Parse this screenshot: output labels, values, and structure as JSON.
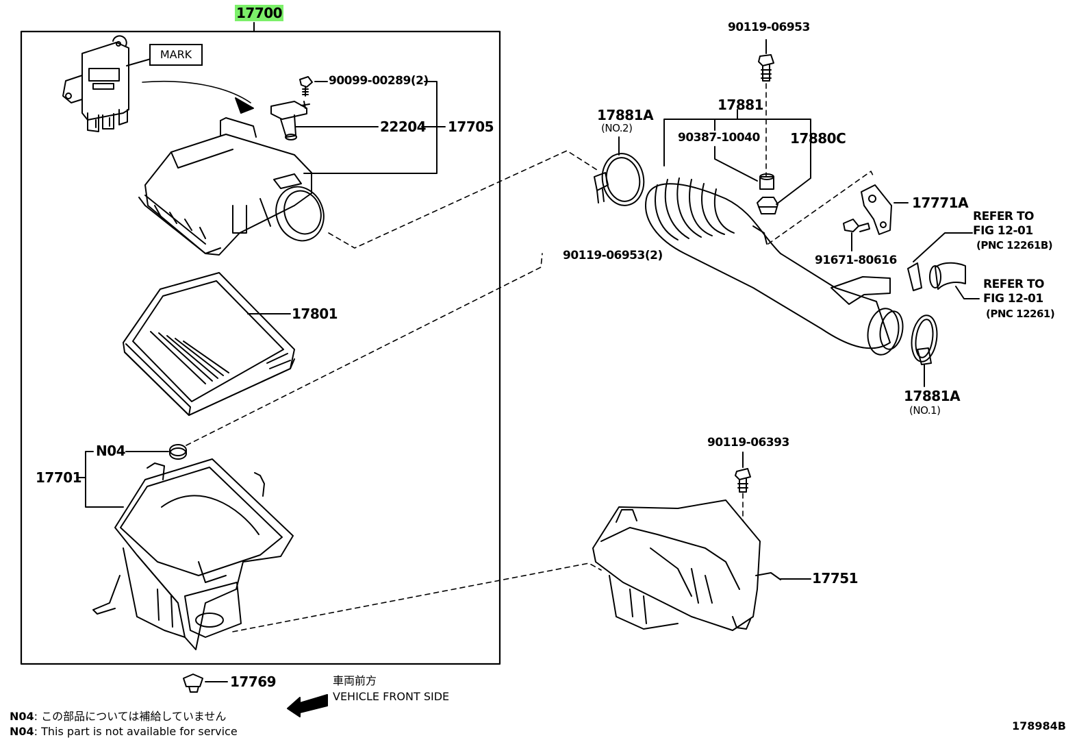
{
  "title_part": "17700",
  "labels": {
    "mark": "MARK",
    "p90099": "90099-00289(2)",
    "p22204": "22204",
    "p17705": "17705",
    "p17801": "17801",
    "n04": "N04",
    "p17701": "17701",
    "p17769": "17769",
    "p90119a": "90119-06953",
    "p17881": "17881",
    "p90387": "90387-10040",
    "p17880c": "17880C",
    "p17881a_top": "17881A",
    "no2": "(NO.2)",
    "p90119b": "90119-06953(2)",
    "p17771a": "17771A",
    "p91671": "91671-80616",
    "refer1_line1": "REFER TO",
    "refer1_line2": "FIG 12-01",
    "refer1_line3": "(PNC 12261B)",
    "refer2_line1": "REFER TO",
    "refer2_line2": "FIG 12-01",
    "refer2_line3": "(PNC 12261)",
    "p17881a_bot": "17881A",
    "no1": "(NO.1)",
    "p90119c": "90119-06393",
    "p17751": "17751",
    "front_jp": "車両前方",
    "front_en": "VEHICLE FRONT SIDE",
    "note1_code": "N04",
    "note1_text": ": この部品については補給していません",
    "note2_code": "N04",
    "note2_text": ": This part is not available for service",
    "diagram_id": "178984B"
  },
  "colors": {
    "highlight": "#7cf06a",
    "ink": "#000000",
    "background": "#ffffff"
  }
}
